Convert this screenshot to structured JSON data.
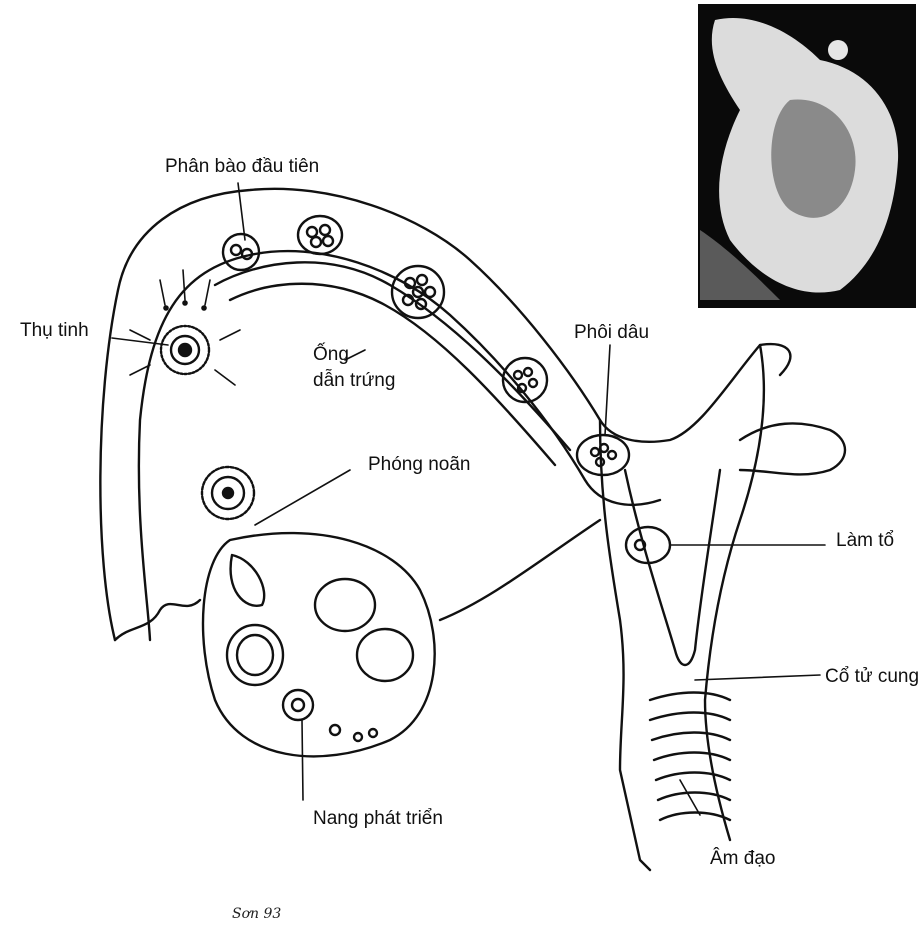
{
  "labels": {
    "first_division": "Phân bào đầu tiên",
    "fertilization": "Thụ tinh",
    "fallopian_tube_line1": "Ống",
    "fallopian_tube_line2": "dẫn trứng",
    "morula": "Phôi dâu",
    "ovulation": "Phóng noãn",
    "implantation": "Làm tổ",
    "cervix": "Cổ tử cung",
    "developing_follicle": "Nang phát triển",
    "vagina": "Âm đạo"
  },
  "signature": "Sơn 93",
  "colors": {
    "ink": "#111111",
    "photo_background": "#0a0a0a"
  },
  "inset_photo": "microscope-photo-of-embryo"
}
